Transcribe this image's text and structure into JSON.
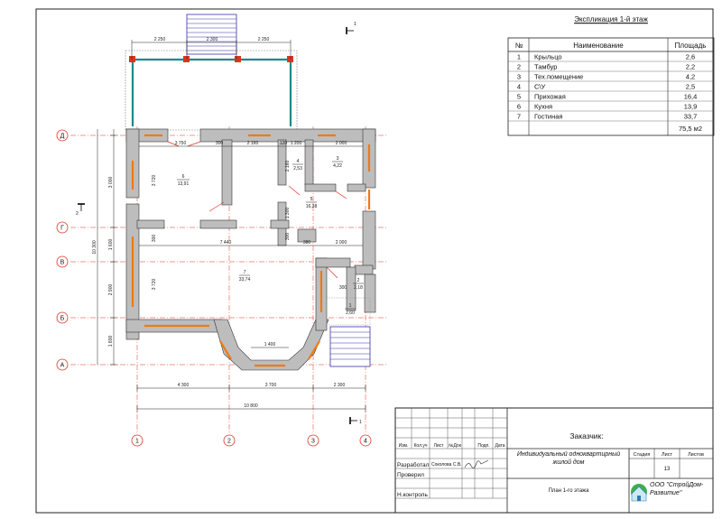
{
  "explication": {
    "title": "Экспликация 1-й этаж",
    "headers": [
      "№",
      "Наименование",
      "Площадь"
    ],
    "rows": [
      [
        "1",
        "Крыльцо",
        "2,6"
      ],
      [
        "2",
        "Тамбур",
        "2,2"
      ],
      [
        "3",
        "Тех.помещение",
        "4,2"
      ],
      [
        "4",
        "С\\У",
        "2,5"
      ],
      [
        "5",
        "Прихожая",
        "16,4"
      ],
      [
        "6",
        "Кухня",
        "13,9"
      ],
      [
        "7",
        "Гостиная",
        "33,7"
      ]
    ],
    "total": "75,5 м2"
  },
  "axes": {
    "rows": [
      "Д",
      "Г",
      "В",
      "Б",
      "А"
    ],
    "cols": [
      "1",
      "2",
      "3",
      "4"
    ]
  },
  "section_mark": "1",
  "section_mark_side": "2",
  "rooms": [
    {
      "num": "6",
      "area": "13,91"
    },
    {
      "num": "4",
      "area": "2,53"
    },
    {
      "num": "3",
      "area": "4,22"
    },
    {
      "num": "5",
      "area": "16,38"
    },
    {
      "num": "7",
      "area": "33,74"
    },
    {
      "num": "2",
      "area": "2,18"
    },
    {
      "num": "1",
      "area": "2,60"
    }
  ],
  "dims": {
    "top_porch": [
      "2 250",
      "2 300",
      "2 250"
    ],
    "row_d": [
      "3 750",
      "2 160",
      "120",
      "1 200",
      "2 000"
    ],
    "row_g": [
      "7 440",
      "2 000"
    ],
    "bay": "1 400",
    "bottom": [
      "4 300",
      "3 700",
      "2 300"
    ],
    "bottom_total": "10 800",
    "left": [
      "3 000",
      "1 600",
      "2 900",
      "1 800"
    ],
    "left_total": "10 300",
    "inner_v": [
      "3 720",
      "3 720",
      "2 160",
      "1 300"
    ],
    "thick": [
      "300",
      "300",
      "300",
      "380",
      "300"
    ]
  },
  "stamp": {
    "customer": "Заказчик:",
    "project": "Индивидуальный одноквартирный жилой дом",
    "sheet_title": "План 1-го этажа",
    "company": "ООО \"СтройДом-Развитие\"",
    "row_labels": [
      "Изм.",
      "Кол.уч",
      "Лист",
      "№Док",
      "Подп.",
      "Дата"
    ],
    "dev_label": "Разработал",
    "dev_name": "Соколова С.В.",
    "check_label": "Проверил",
    "nk_label": "Н.контроль",
    "stage_label": "Стадия",
    "sheet_label": "Лист",
    "sheets_label": "Листов",
    "sheet_num": "13",
    "stage": "",
    "sheets": ""
  }
}
